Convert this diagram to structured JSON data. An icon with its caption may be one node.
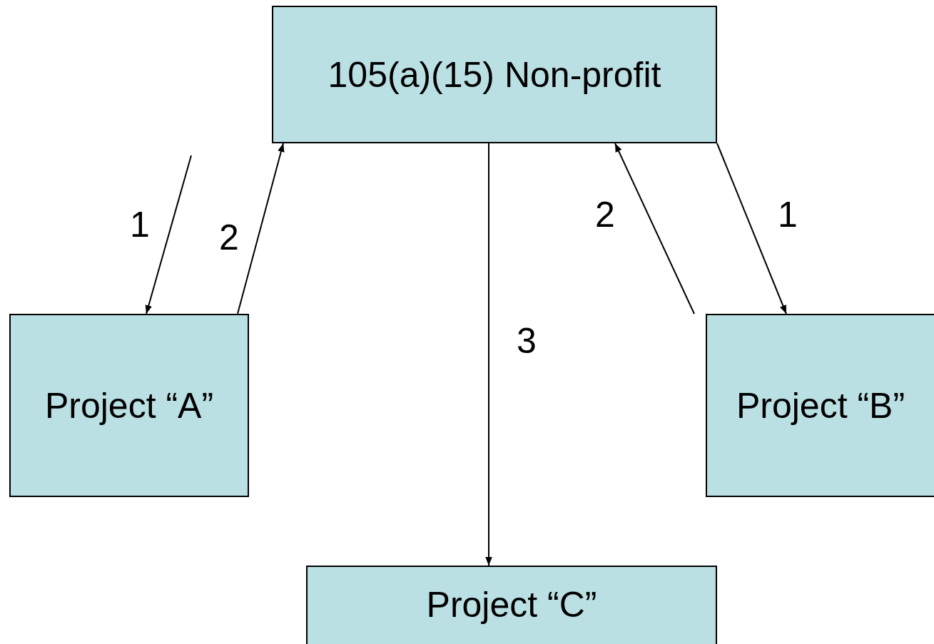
{
  "diagram": {
    "nodes": [
      {
        "text": [
          "105(a)(15) Non-profit"
        ]
      },
      {
        "text": [
          "Project “A”"
        ]
      },
      {
        "text": [
          "Project “B”"
        ]
      },
      {
        "text": [
          "Project “C”"
        ]
      }
    ],
    "edges": [
      {
        "from": null,
        "to": 1,
        "arrow": "to",
        "label": "1"
      },
      {
        "from": 1,
        "to": 0,
        "arrow": "to",
        "label": "2"
      },
      {
        "from": 0,
        "to": 3,
        "arrow": "to",
        "label": "3"
      },
      {
        "from": 2,
        "to": 0,
        "arrow": "to",
        "label": "2"
      },
      {
        "from": 0,
        "to": 2,
        "arrow": "to",
        "label": "1"
      }
    ]
  }
}
